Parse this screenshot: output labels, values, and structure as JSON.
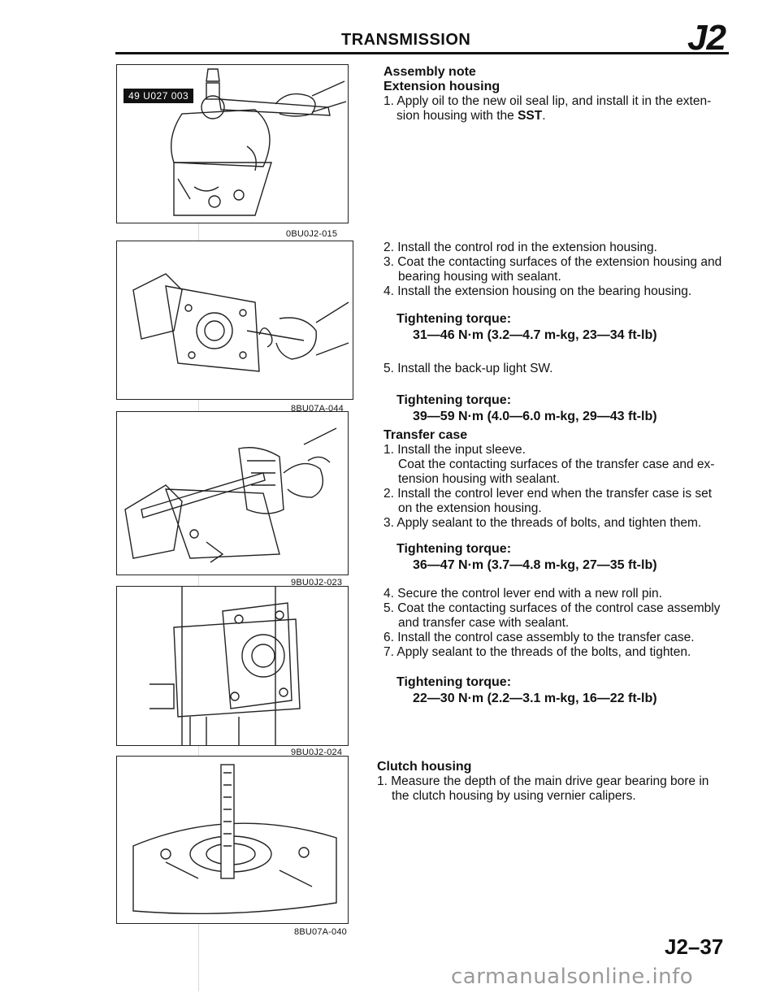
{
  "header": {
    "title": "TRANSMISSION",
    "code": "J2"
  },
  "figures": [
    {
      "caption": "0BU0J2-015",
      "tool_label": "49 U027 003",
      "icon": "hammer-seal-install-illustration"
    },
    {
      "caption": "8BU07A-044",
      "icon": "extension-housing-install-illustration"
    },
    {
      "caption": "9BU0J2-023",
      "icon": "torque-wrench-illustration"
    },
    {
      "caption": "9BU0J2-024",
      "icon": "transfer-case-illustration"
    },
    {
      "caption": "8BU07A-040",
      "icon": "vernier-caliper-illustration"
    }
  ],
  "sections": {
    "assembly": {
      "title": "Assembly note",
      "subtitle": "Extension housing",
      "step1_a": "1. Apply oil to the new oil seal lip, and install it in the exten-",
      "step1_b": "sion housing with the ",
      "step1_sst": "SST",
      "step1_end": "."
    },
    "extension": {
      "step2": "2. Install the control rod in the extension housing.",
      "step3": "3. Coat the contacting surfaces of the extension housing and bearing housing with sealant.",
      "step4": "4. Install the extension housing on the bearing housing.",
      "torque_label": "Tightening torque:",
      "torque_value": "31—46 N·m (3.2—4.7 m-kg, 23—34 ft-lb)",
      "step5": "5. Install the back-up light SW.",
      "torque2_label": "Tightening torque:",
      "torque2_value": "39—59 N·m (4.0—6.0 m-kg, 29—43 ft-lb)"
    },
    "transfer": {
      "title": "Transfer case",
      "step1": "1. Install the input sleeve.",
      "step1_detail": "Coat the contacting surfaces of the transfer case and ex-tension housing with sealant.",
      "step2": "2. Install the control lever end when the transfer case is set on the extension housing.",
      "step3": "3. Apply sealant to the threads of bolts, and tighten them.",
      "torque_label": "Tightening torque:",
      "torque_value": "36—47 N·m (3.7—4.8 m-kg, 27—35 ft-lb)",
      "step4": "4. Secure the control lever end with a new roll pin.",
      "step5": "5. Coat the contacting surfaces of the control case assembly and transfer case with sealant.",
      "step6": "6. Install the control case assembly to the transfer case.",
      "step7": "7. Apply sealant to the threads of the bolts, and tighten.",
      "torque2_label": "Tightening torque:",
      "torque2_value": "22—30 N·m (2.2—3.1 m-kg, 16—22 ft-lb)"
    },
    "clutch": {
      "title": "Clutch housing",
      "step1": "1. Measure the depth of the main drive gear bearing bore in the clutch housing by using vernier calipers."
    }
  },
  "page_number": "J2–37",
  "watermark": "carmanualsonline.info"
}
